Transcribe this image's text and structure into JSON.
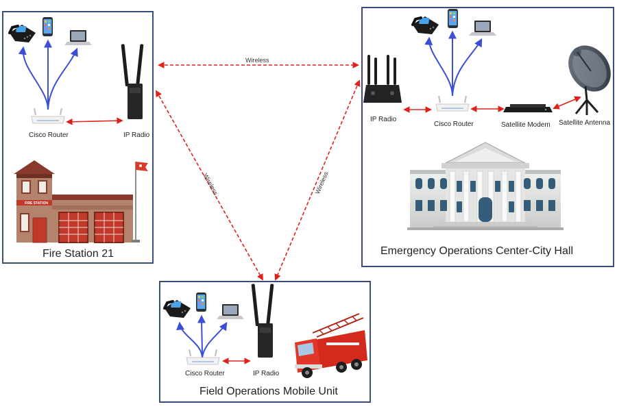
{
  "sites": {
    "fire": {
      "title": "Fire Station 21",
      "router_label": "Cisco Router",
      "radio_label": "IP Radio",
      "sign_text": "FIRE STATION"
    },
    "eoc": {
      "title": "Emergency Operations Center-City Hall",
      "radio_label": "IP Radio",
      "router_label": "Cisco Router",
      "modem_label": "Satellite Modem",
      "antenna_label": "Satellite Antenna"
    },
    "field": {
      "title": "Field Operations Mobile Unit",
      "router_label": "Cisco Router",
      "radio_label": "IP Radio"
    }
  },
  "links": {
    "top": "Wireless",
    "left": "Wireless",
    "right": "Wireless"
  },
  "colors": {
    "box_border": "#3b4c7a",
    "wireless_link": "#e0201b",
    "ethernet_link": "#e0201b",
    "device_fanout": "#3a4fd6"
  },
  "icons": [
    "desk-phone-icon",
    "smartphone-icon",
    "laptop-icon",
    "router-icon",
    "ip-radio-icon",
    "satellite-modem-icon",
    "satellite-dish-icon",
    "fire-station-icon",
    "city-hall-icon",
    "fire-truck-icon"
  ]
}
